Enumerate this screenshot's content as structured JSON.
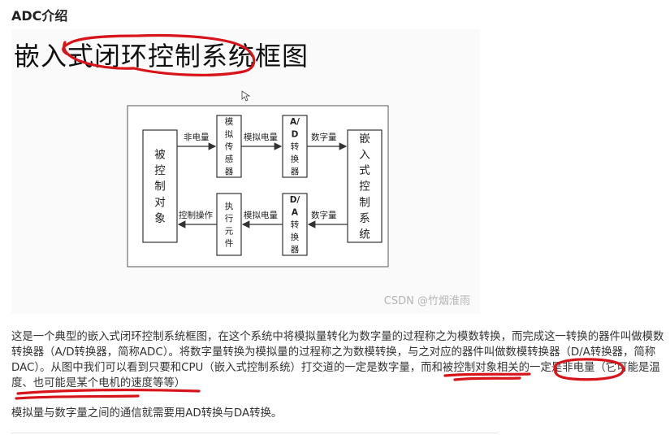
{
  "section_title": "ADC介绍",
  "figure": {
    "title": "嵌入式闭环控制系统框图",
    "watermark": "CSDN @竹烟淮雨",
    "blocks": {
      "plant": "被控制对象",
      "sensor": "模拟传感器",
      "adc": "A/D转换器",
      "controller": "嵌入式控制系统",
      "actuator": "执行元件",
      "dac": "D/A转换器"
    },
    "arrows": {
      "non_electrical": "非电量",
      "analog_1": "模拟电量",
      "digital_1": "数字量",
      "digital_2": "数字量",
      "analog_2": "模拟电量",
      "control_op": "控制操作"
    }
  },
  "paragraphs": [
    "这是一个典型的嵌入式闭环控制系统框图，在这个系统中将模拟量转化为数字量的过程称之为模数转换，而完成这一转换的器件叫做模数转换器（A/D转换器，简称ADC）。将数字量转换为模拟量的过程称之为数模转换，与之对应的器件叫做数模转换器（D/A转换器，简称DAC）。从图中我们可以看到只要和CPU（嵌入式控制系统）打交道的一定是数字量，而和被控制对象相关的一定是非电量（它可能是温度、也可能是某个电机的速度等等）",
    "模拟量与数字量之间的通信就需要用AD转换与DA转换。"
  ],
  "annotation_color": "#d7141a"
}
